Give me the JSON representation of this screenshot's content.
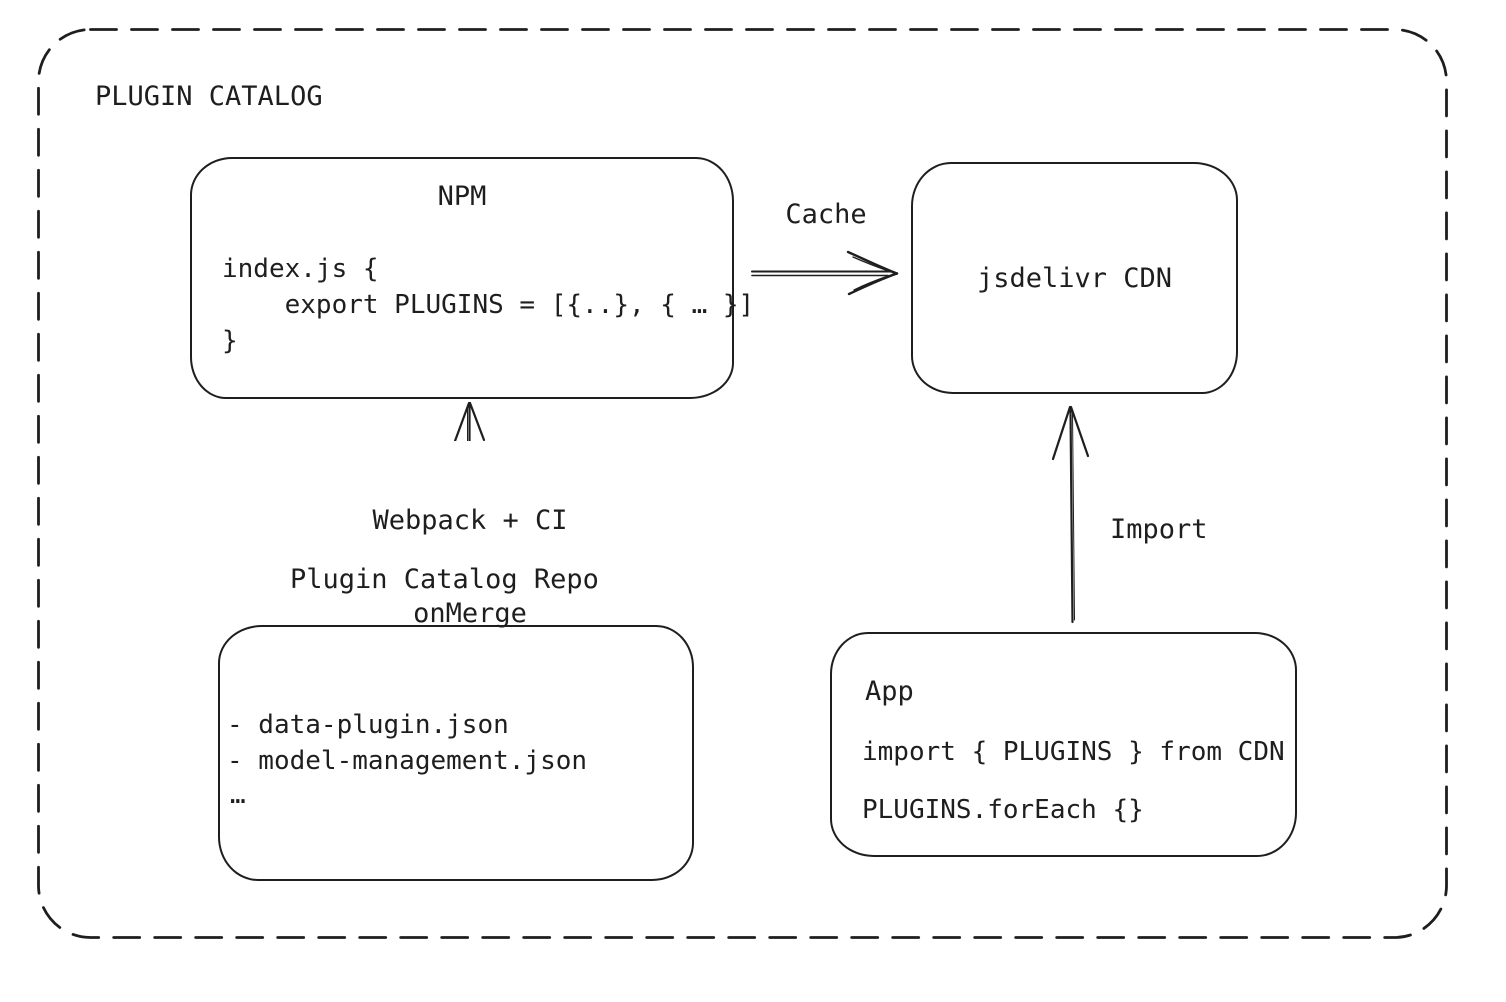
{
  "frame": {
    "title": "PLUGIN CATALOG",
    "stroke_color": "#1e1e1e",
    "background": "#ffffff"
  },
  "nodes": {
    "npm": {
      "title": "NPM",
      "code": [
        "index.js {",
        "    export PLUGINS = [{..}, { … }]",
        "}"
      ]
    },
    "cdn": {
      "label": "jsdelivr CDN"
    },
    "repo": {
      "label": "Plugin Catalog Repo",
      "files": [
        "- data-plugin.json",
        "- model-management.json",
        "…"
      ]
    },
    "app": {
      "title": "App",
      "code": [
        "import { PLUGINS } from CDN",
        "PLUGINS.forEach {}"
      ]
    }
  },
  "edges": {
    "cache": {
      "label": "Cache"
    },
    "webpack": {
      "label_line1": "Webpack + CI",
      "label_line2": "onMerge"
    },
    "import": {
      "label": "Import"
    }
  }
}
